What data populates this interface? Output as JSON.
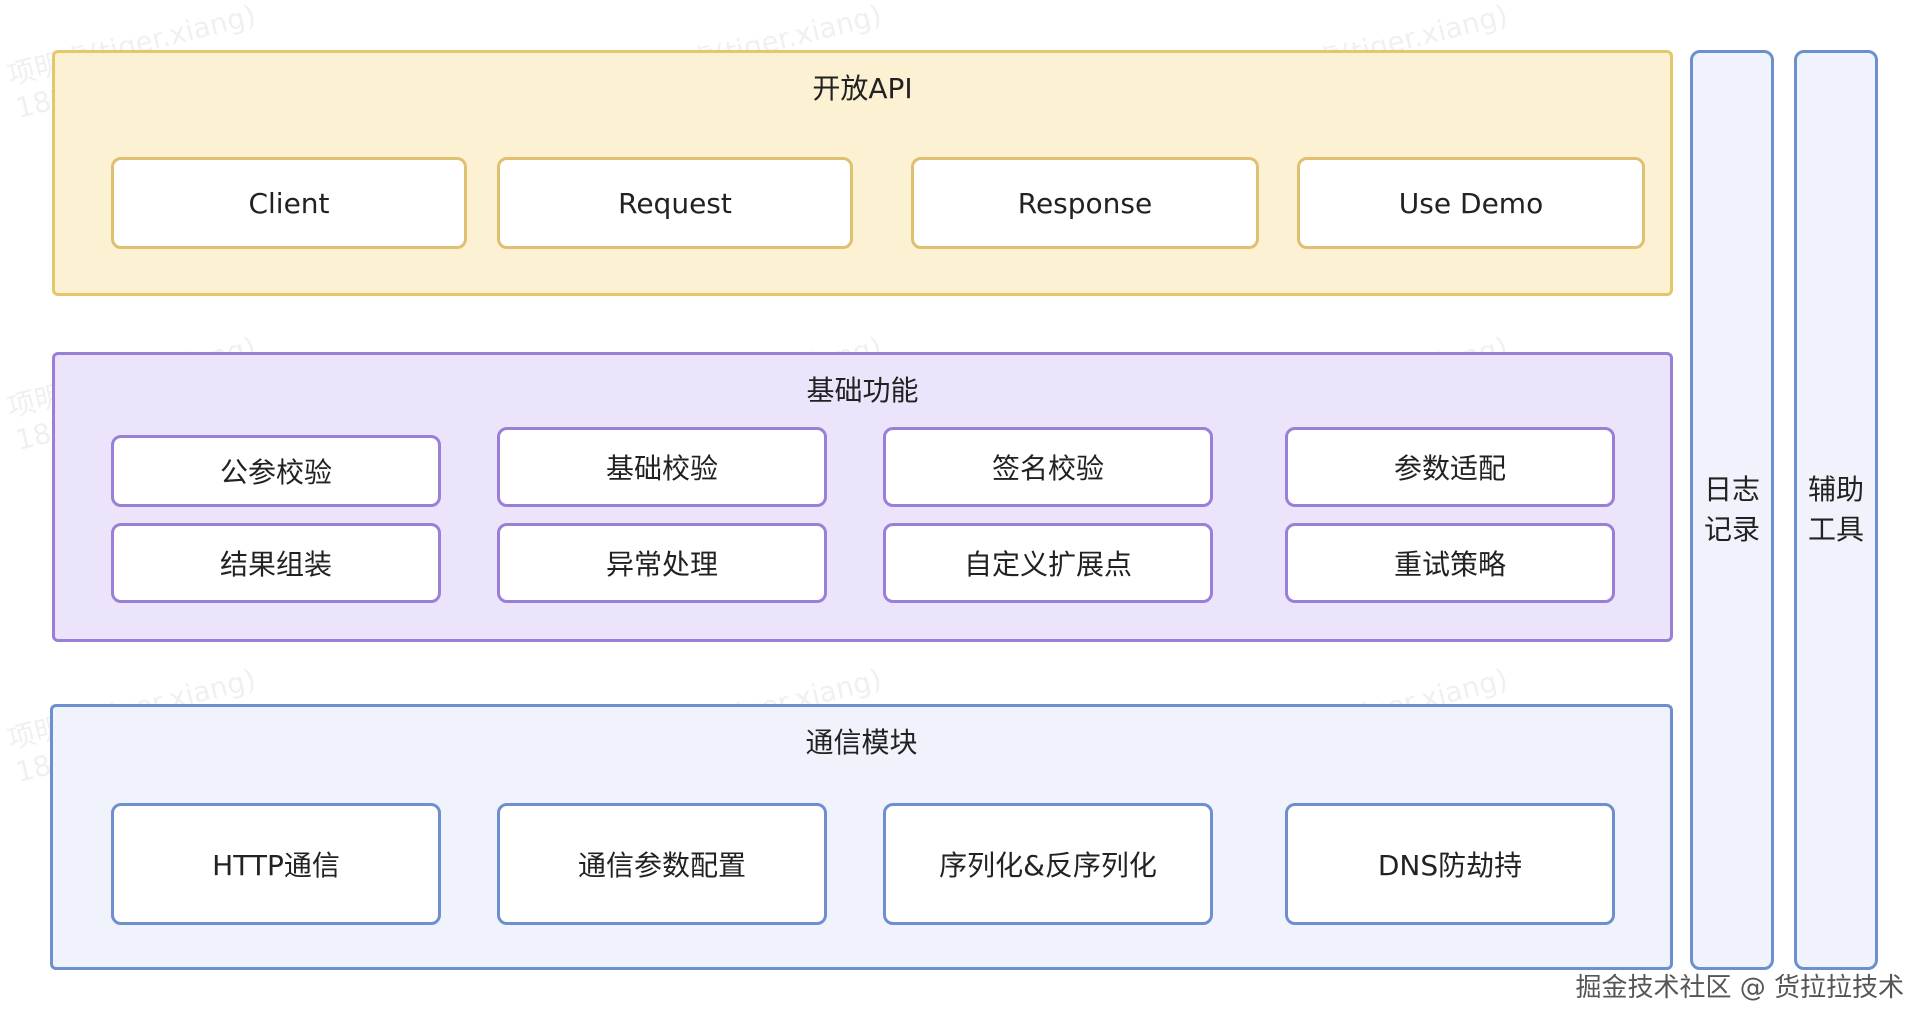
{
  "layers": {
    "api": {
      "title": "开放API",
      "items": [
        "Client",
        "Request",
        "Response",
        "Use Demo"
      ]
    },
    "base": {
      "title": "基础功能",
      "items": [
        "公参校验",
        "基础校验",
        "签名校验",
        "参数适配",
        "结果组装",
        "异常处理",
        "自定义扩展点",
        "重试策略"
      ]
    },
    "comm": {
      "title": "通信模块",
      "items": [
        "HTTP通信",
        "通信参数配置",
        "序列化&反序列化",
        "DNS防劫持"
      ]
    }
  },
  "side": {
    "log": {
      "line1": "日志",
      "line2": "记录"
    },
    "tools": {
      "line1": "辅助",
      "line2": "工具"
    }
  },
  "watermark": {
    "line1": "项明虎(tiger.xiang)",
    "line2": "1824"
  },
  "footer": "掘金技术社区 @ 货拉拉技术",
  "colors": {
    "api_fill": "#fdf1d3",
    "api_border": "#e6c66b",
    "base_fill": "#ece4fb",
    "base_border": "#9a7fd6",
    "comm_fill": "#f0f3fb",
    "comm_border": "#6d8fcf"
  }
}
